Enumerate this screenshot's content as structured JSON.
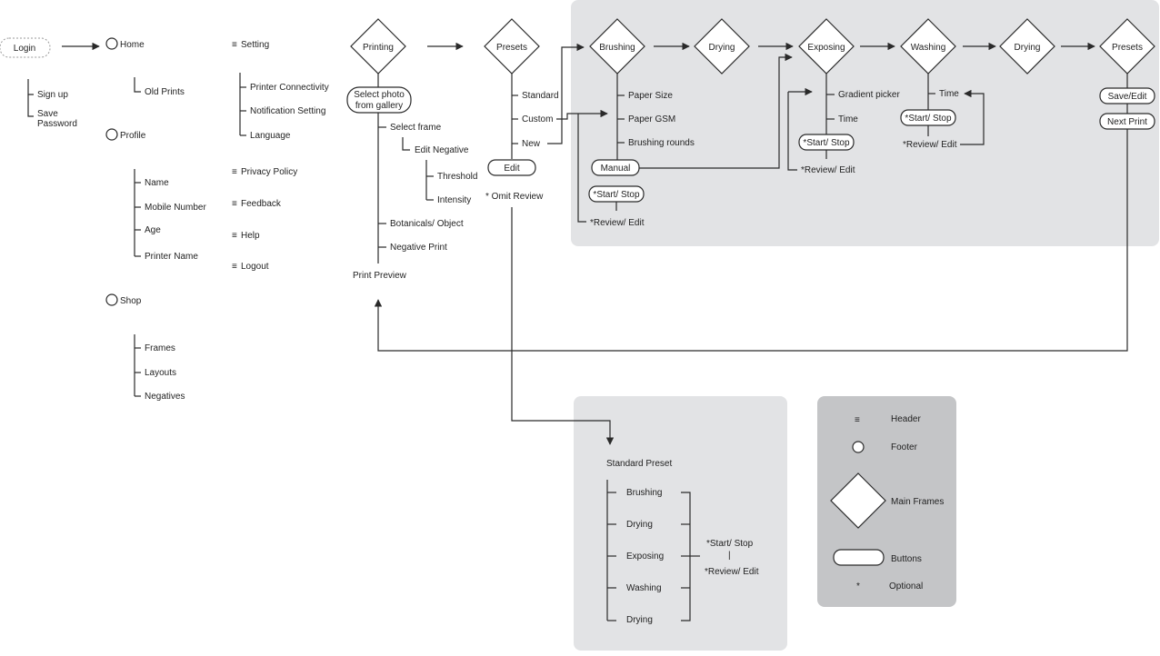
{
  "nav": {
    "login": "Login",
    "sign_up": "Sign up",
    "save_password": [
      "Save",
      "Password"
    ],
    "home": "Home",
    "old_prints": "Old Prints",
    "profile": "Profile",
    "profile_items": [
      "Name",
      "Mobile Number",
      "Age",
      "Printer Name"
    ],
    "shop": "Shop",
    "shop_items": [
      "Frames",
      "Layouts",
      "Negatives"
    ],
    "setting": "Setting",
    "setting_items": [
      "Printer Connectivity",
      "Notification Setting",
      "Language"
    ],
    "privacy_policy": "Privacy Policy",
    "feedback": "Feedback",
    "help": "Help",
    "logout": "Logout"
  },
  "printing": {
    "title": "Printing",
    "select_photo": [
      "Select photo",
      "from gallery"
    ],
    "select_frame": "Select frame",
    "edit_negative": "Edit Negative",
    "threshold": "Threshold",
    "intensity": "Intensity",
    "botanicals": "Botanicals/ Object",
    "negative_print": "Negative Print",
    "print_preview": "Print Preview"
  },
  "presets": {
    "title": "Presets",
    "options": [
      "Standard",
      "Custom",
      "New"
    ],
    "edit": "Edit",
    "omit_review": "* Omit Review"
  },
  "process": {
    "brushing": "Brushing",
    "brushing_items": [
      "Paper Size",
      "Paper GSM",
      "Brushing rounds"
    ],
    "manual": "Manual",
    "start_stop": "*Start/ Stop",
    "review_edit": "*Review/ Edit",
    "drying": "Drying",
    "exposing": "Exposing",
    "gradient_picker": "Gradient picker",
    "time": "Time",
    "washing": "Washing",
    "drying2": "Drying",
    "presets_final": "Presets",
    "save_edit": "Save/Edit",
    "next_print": "Next Print"
  },
  "standard_preset": {
    "title": "Standard Preset",
    "steps": [
      "Brushing",
      "Drying",
      "Exposing",
      "Washing",
      "Drying"
    ],
    "start_stop": "*Start/ Stop",
    "divider": "|",
    "review_edit": "*Review/ Edit"
  },
  "legend": {
    "header_icon": "≡",
    "header": "Header",
    "footer": "Footer",
    "main_frames": "Main Frames",
    "buttons": "Buttons",
    "optional_mark": "*",
    "optional": "Optional"
  },
  "colors": {
    "panel": "#e2e3e5",
    "legend_panel": "#c4c5c7",
    "line": "#2a2a2a"
  }
}
